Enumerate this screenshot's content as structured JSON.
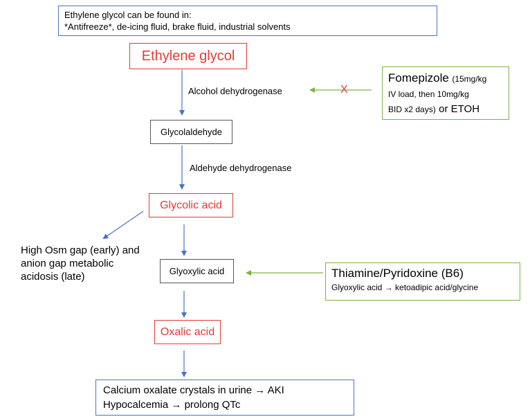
{
  "source_box": {
    "line1": "Ethylene glycol can be found in:",
    "line2": "*Antifreeze*,  de-icing fluid, brake fluid, industrial solvents"
  },
  "nodes": {
    "ethylene_glycol": "Ethylene glycol",
    "glycolaldehyde": "Glycolaldehyde",
    "glycolic_acid": "Glycolic acid",
    "glyoxylic_acid": "Glyoxylic acid",
    "oxalic_acid": "Oxalic acid"
  },
  "enzymes": {
    "step1": "Alcohol dehydrogenase",
    "step2": "Aldehyde dehydrogenase"
  },
  "fomepizole": {
    "name": "Fomepizole",
    "dose_a": "(15mg/kg",
    "dose_b": "IV load, then 10mg/kg",
    "dose_c": "BID x2 days)",
    "or_etoh": "or ETOH"
  },
  "block_mark": "X",
  "osm_gap": {
    "line1": "High Osm gap (early) and",
    "line2": "anion gap metabolic",
    "line3": "acidosis (late)"
  },
  "thiamine": {
    "title": "Thiamine/Pyridoxine (B6)",
    "detail_a": "Glyoxylic acid",
    "detail_b": "ketoadipic acid/glycine"
  },
  "outcome": {
    "line1_a": "Calcium oxalate crystals in urine",
    "line1_b": "AKI",
    "line2_a": "Hypocalcemia",
    "line2_b": "prolong QTc"
  },
  "arrow_glyph": "→",
  "colors": {
    "blue": "#4a72c4",
    "red": "#e53935",
    "green": "#7cb342"
  }
}
